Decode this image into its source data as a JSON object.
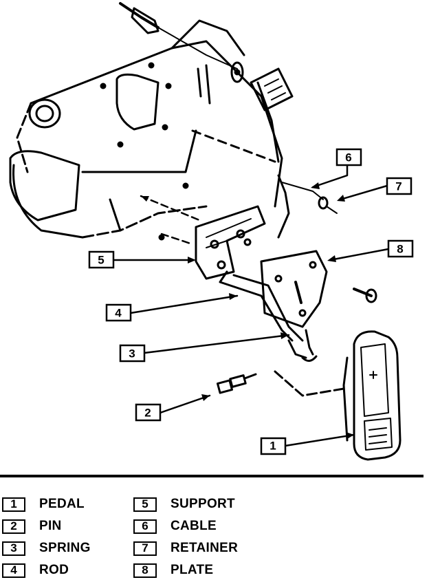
{
  "callouts": [
    {
      "num": "1",
      "label": "PEDAL"
    },
    {
      "num": "2",
      "label": "PIN"
    },
    {
      "num": "3",
      "label": "SPRING"
    },
    {
      "num": "4",
      "label": "ROD"
    },
    {
      "num": "5",
      "label": "SUPPORT"
    },
    {
      "num": "6",
      "label": "CABLE"
    },
    {
      "num": "7",
      "label": "RETAINER"
    },
    {
      "num": "8",
      "label": "PLATE"
    }
  ]
}
